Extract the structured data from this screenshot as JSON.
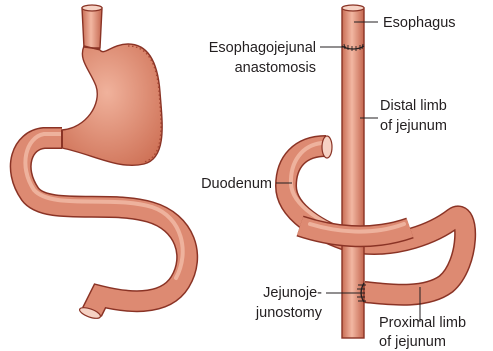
{
  "colors": {
    "tissue": "#dd8a72",
    "tissue_highlight": "#f2b7a2",
    "tissue_outline": "#8a3325",
    "label_text": "#231f20"
  },
  "labels": {
    "esophagus": "Esophagus",
    "anastomosis_line1": "Esophagojejunal",
    "anastomosis_line2": "anastomosis",
    "distal_limb_line1": "Distal limb",
    "distal_limb_line2": "of jejunum",
    "duodenum": "Duodenum",
    "jejunostomy_line1": "Jejunoje-",
    "jejunostomy_line2": "junostomy",
    "proximal_limb_line1": "Proximal limb",
    "proximal_limb_line2": "of jejunum"
  }
}
